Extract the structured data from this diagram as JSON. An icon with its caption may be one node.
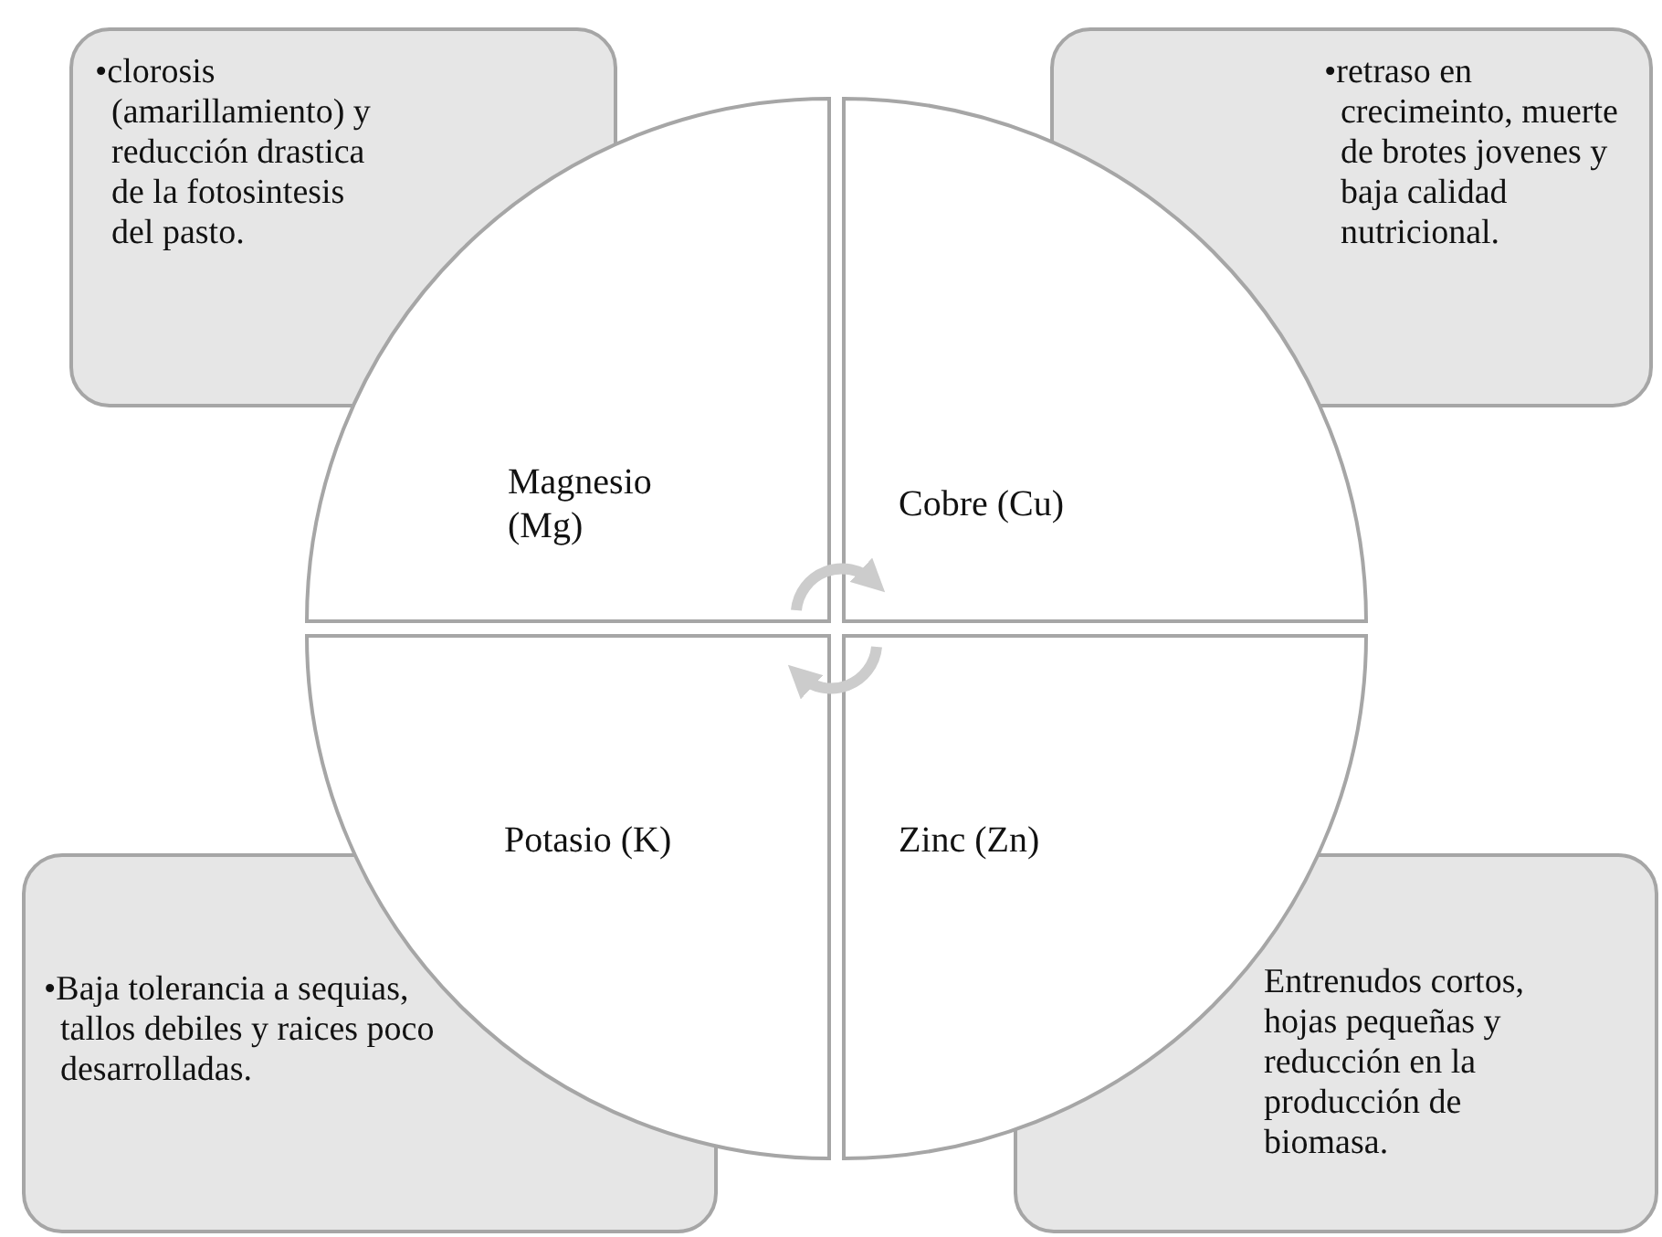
{
  "diagram": {
    "nodes": [
      {
        "text": [
          "•clorosis (amarillamiento) y reducción drastica de la fotosintesis del pasto."
        ]
      },
      {
        "text": [
          "•retraso en crecimeinto, muerte de brotes jovenes y baja calidad nutricional."
        ]
      },
      {
        "text": [
          "Magnesio (Mg)"
        ]
      },
      {
        "text": [
          "Cobre (Cu)"
        ]
      },
      {
        "text": [
          "Potasio (K)"
        ]
      },
      {
        "text": [
          "Zinc (Zn)"
        ]
      },
      {
        "text": [
          "•Baja tolerancia a sequias, tallos debiles y raices poco desarrolladas."
        ]
      },
      {
        "text": [
          "Entrenudos cortos, hojas pequeñas y reducción en la producción de biomasa."
        ]
      }
    ],
    "edges": [
      {
        "from": 2,
        "to": 3,
        "arrow": "to"
      },
      {
        "from": 5,
        "to": 4,
        "arrow": "to"
      }
    ]
  }
}
